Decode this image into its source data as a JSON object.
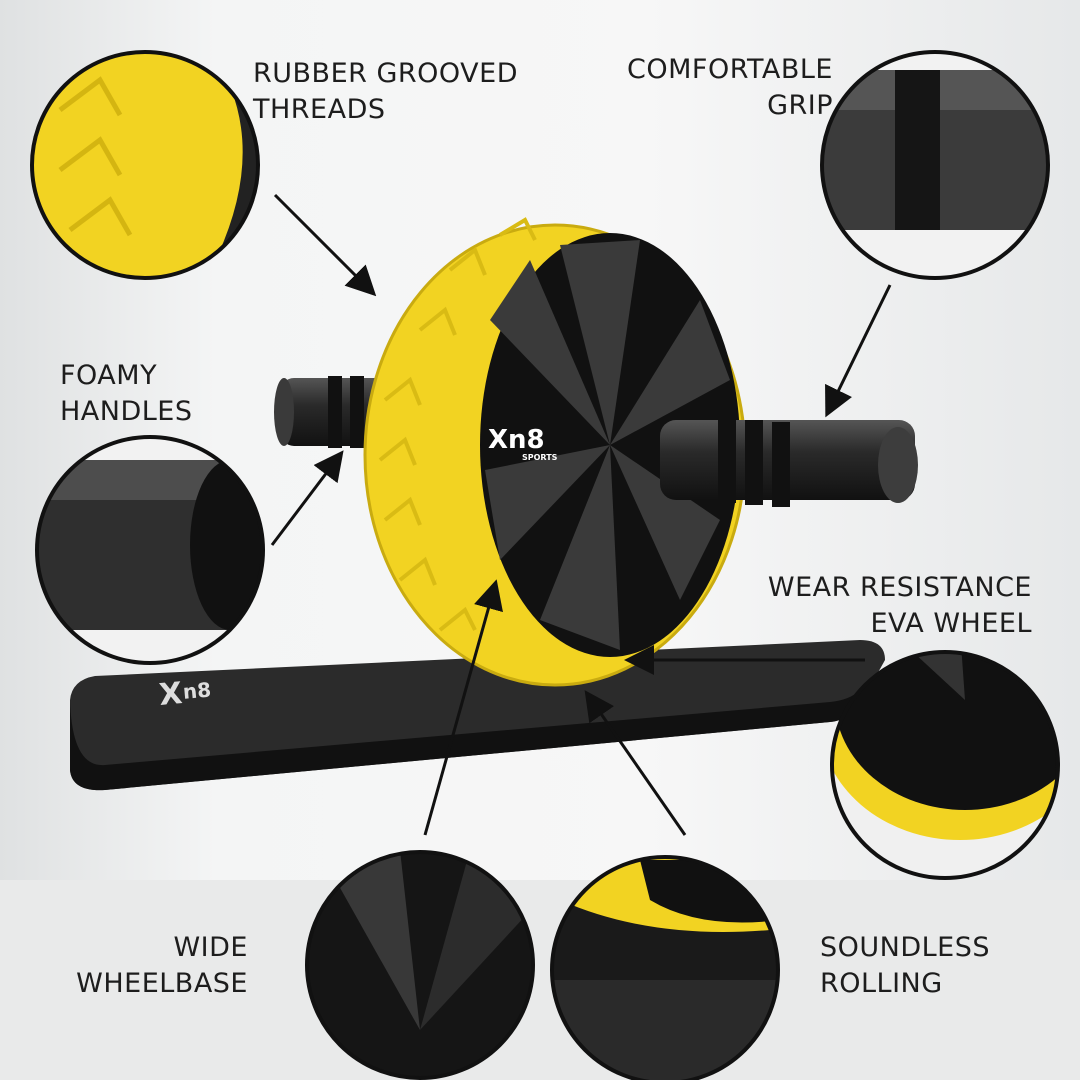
{
  "brand": {
    "logo_text": "Xn8",
    "logo_sub": "SPORTS"
  },
  "callouts": {
    "rubber": {
      "line1": "RUBBER GROOVED",
      "line2": "THREADS"
    },
    "grip": {
      "line1": "COMFORTABLE",
      "line2": "GRIP"
    },
    "handles": {
      "line1": "FOAMY",
      "line2": "HANDLES"
    },
    "wheel": {
      "line1": "WEAR RESISTANCE",
      "line2": "EVA WHEEL"
    },
    "wheelbase": {
      "line1": "WIDE",
      "line2": "WHEELBASE"
    },
    "rolling": {
      "line1": "SOUNDLESS",
      "line2": "ROLLING"
    }
  },
  "colors": {
    "accent_yellow": "#f2d322",
    "dark": "#1c1c1c",
    "background": "#eceeef"
  }
}
